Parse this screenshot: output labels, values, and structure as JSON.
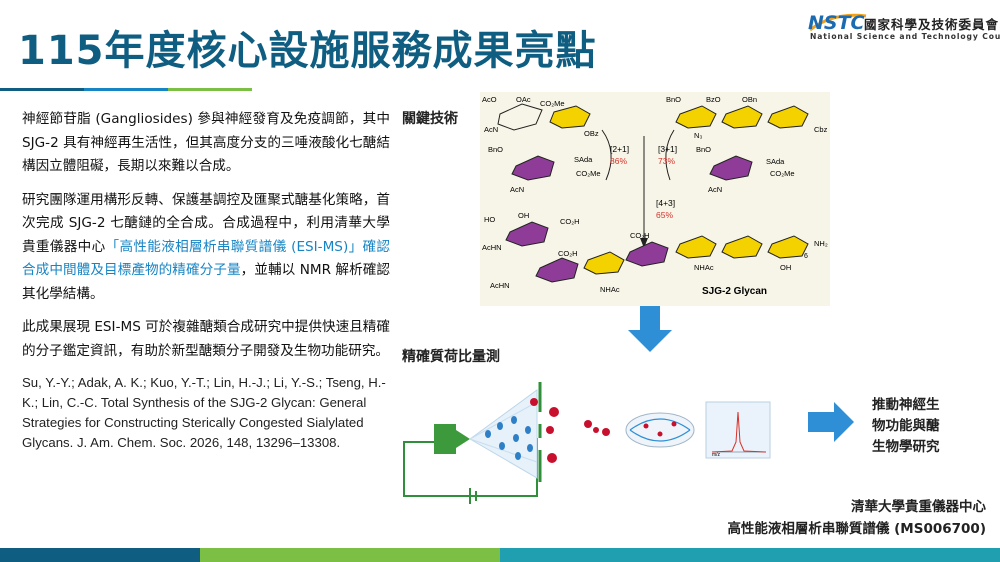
{
  "title": "115年度核心設施服務成果亮點",
  "logo": {
    "mark": "NSTC",
    "name_zh": "國家科學及技術委員會",
    "name_en": "National Science and Technology Council"
  },
  "body": {
    "p1": "神經節苷脂 (Gangliosides) 參與神經發育及免疫調節，其中 SJG-2 具有神經再生活性，但其高度分支的三唾液酸化七醣結構因立體阻礙，長期以來難以合成。",
    "p2_a": "研究團隊運用構形反轉、保護基調控及匯聚式醣基化策略，首次完成 SJG-2 七醣鏈的全合成。合成過程中，利用清華大學貴重儀器中心",
    "p2_hl": "「高性能液相層析串聯質譜儀 (ESI-MS)」確認合成中間體及目標產物的精確分子量",
    "p2_b": "，並輔以 NMR 解析確認其化學結構。",
    "p3": "此成果展現 ESI-MS 可於複雜醣類合成研究中提供快速且精確的分子鑑定資訊，有助於新型醣類分子開發及生物功能研究。",
    "reference": "Su, Y.-Y.; Adak, A. K.; Kuo, Y.-T.; Lin, H.-J.; Li, Y.-S.; Tseng, H.-K.; Lin, C.-C. Total Synthesis of the SJG-2 Glycan: General Strategies for Constructing Sterically Congested Sialylated Glycans. J. Am. Chem. Soc. 2026, 148, 13296–13308."
  },
  "labels": {
    "key_tech": "關鍵技術",
    "mass": "精確質荷比量測"
  },
  "scheme": {
    "step1": "[2+1]",
    "yield1": "86%",
    "step2": "[3+1]",
    "yield2": "73%",
    "step3": "[4+3]",
    "yield3": "65%",
    "product": "SJG-2 Glycan",
    "g1": "AcO",
    "g2": "OAc",
    "g3": "CO₂Me",
    "g4": "AcN",
    "g5": "OBz",
    "g6": "BnO",
    "g7": "SAda",
    "g8": "CO₂Me",
    "g9": "AcN",
    "g10": "BzO",
    "g11": "OBn",
    "g12": "N₃",
    "g13": "NHAc",
    "g14": "HO",
    "g15": "OH",
    "g16": "CO₂H",
    "g17": "AcHN",
    "g18": "NH₂",
    "g19": "Cbz",
    "g20": "6"
  },
  "spectrum": {
    "axis_label": "m/z"
  },
  "conclusion": [
    "推動神經生",
    "物功能與醣",
    "生物學研究"
  ],
  "credit": {
    "line1": "清華大學貴重儀器中心",
    "line2": "高性能液相層析串聯質譜儀 (MS006700)"
  },
  "colors": {
    "title": "#0f5e82",
    "highlight": "#1784c4",
    "arrow": "#2f8fd6",
    "sugar_yellow": "#f3d200",
    "sugar_purple": "#8e3c98",
    "yield_red": "#d8312a"
  }
}
